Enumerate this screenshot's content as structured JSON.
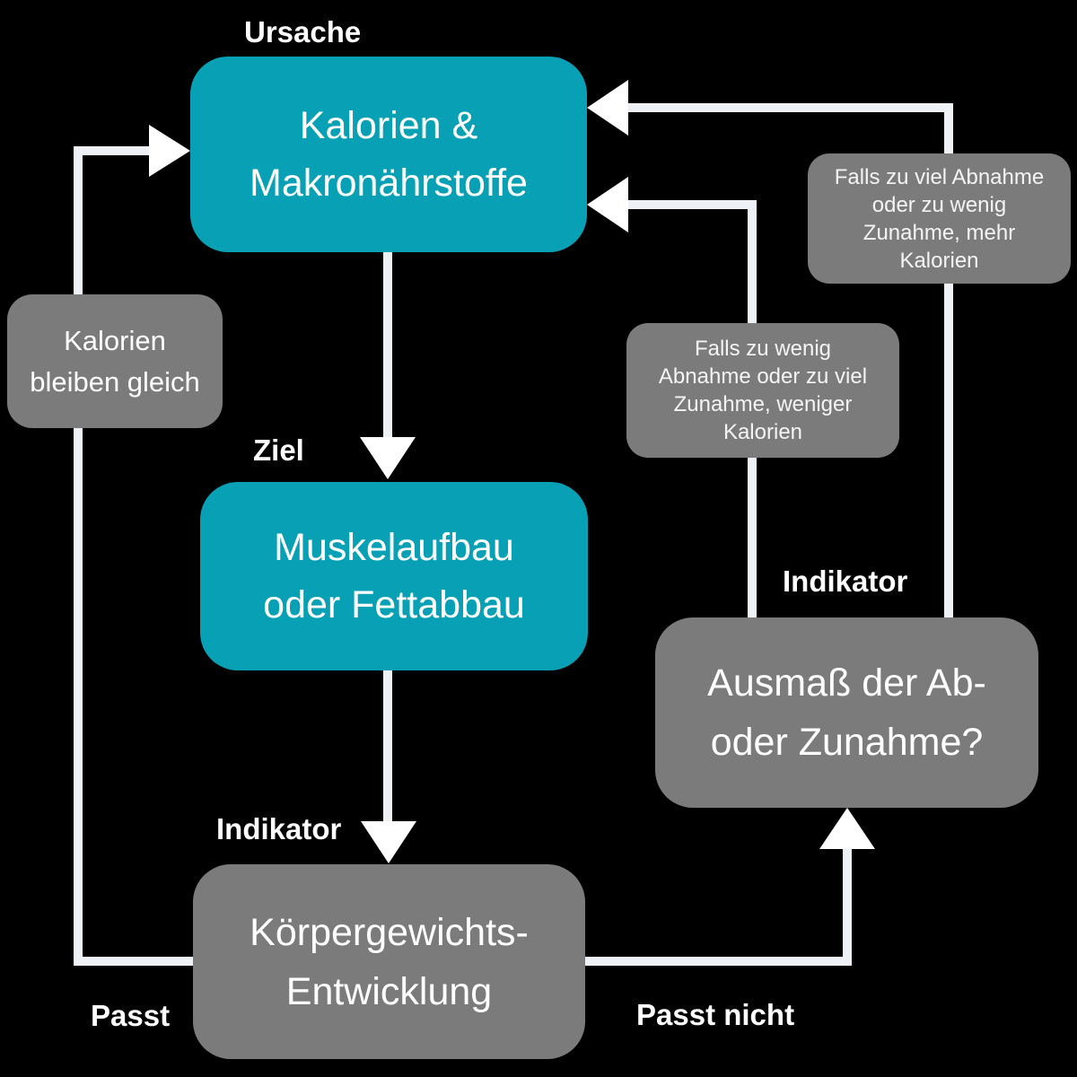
{
  "diagram": {
    "title": "Feedback loop: calories, goal and body-weight development",
    "colors": {
      "background": "#000000",
      "accent_teal": "#08a0b4",
      "node_gray": "#7b7b7b",
      "line": "#eef1f5",
      "arrow": "#ffffff",
      "text": "#ffffff"
    },
    "nodes": {
      "kalorien": {
        "label": "Kalorien &\nMakronährstoffe"
      },
      "ziel": {
        "label": "Muskelaufbau\noder Fettabbau"
      },
      "koerpergewicht": {
        "label": "Körpergewichts-\nEntwicklung"
      },
      "kalorien_gleich": {
        "label": "Kalorien\nbleiben gleich"
      },
      "mehr_kalorien": {
        "label": "Falls zu viel Abnahme\noder zu wenig\nZunahme, mehr\nKalorien"
      },
      "weniger_kalorien": {
        "label": "Falls zu wenig\nAbnahme oder zu viel\nZunahme, weniger\nKalorien"
      },
      "ausmass": {
        "label": "Ausmaß der Ab-\noder Zunahme?"
      }
    },
    "labels": {
      "ursache": "Ursache",
      "ziel": "Ziel",
      "indikator_left": "Indikator",
      "indikator_right": "Indikator",
      "passt": "Passt",
      "passt_nicht": "Passt nicht"
    }
  }
}
